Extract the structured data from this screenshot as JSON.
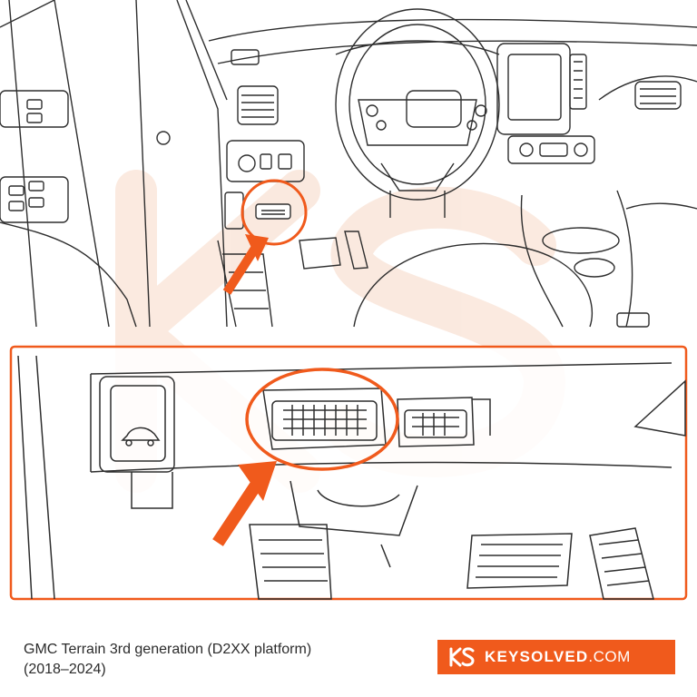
{
  "caption": {
    "line1": "GMC Terrain 3rd generation (D2XX platform)",
    "line2": "(2018–2024)"
  },
  "brand": {
    "name": "KEYSOLVED",
    "domain": ".COM",
    "logo_icon": "ks-logo-icon"
  },
  "colors": {
    "accent": "#f05a1c",
    "line": "#2e2e2e",
    "watermark": "#f7d8c6",
    "background": "#ffffff",
    "caption_text": "#2b2b2b"
  },
  "callouts": [
    {
      "name": "obd-port-location-highlight",
      "target": "OBD-II port under dashboard"
    },
    {
      "name": "obd-port-detail-inset",
      "target": "OBD-II connector close-up"
    }
  ]
}
